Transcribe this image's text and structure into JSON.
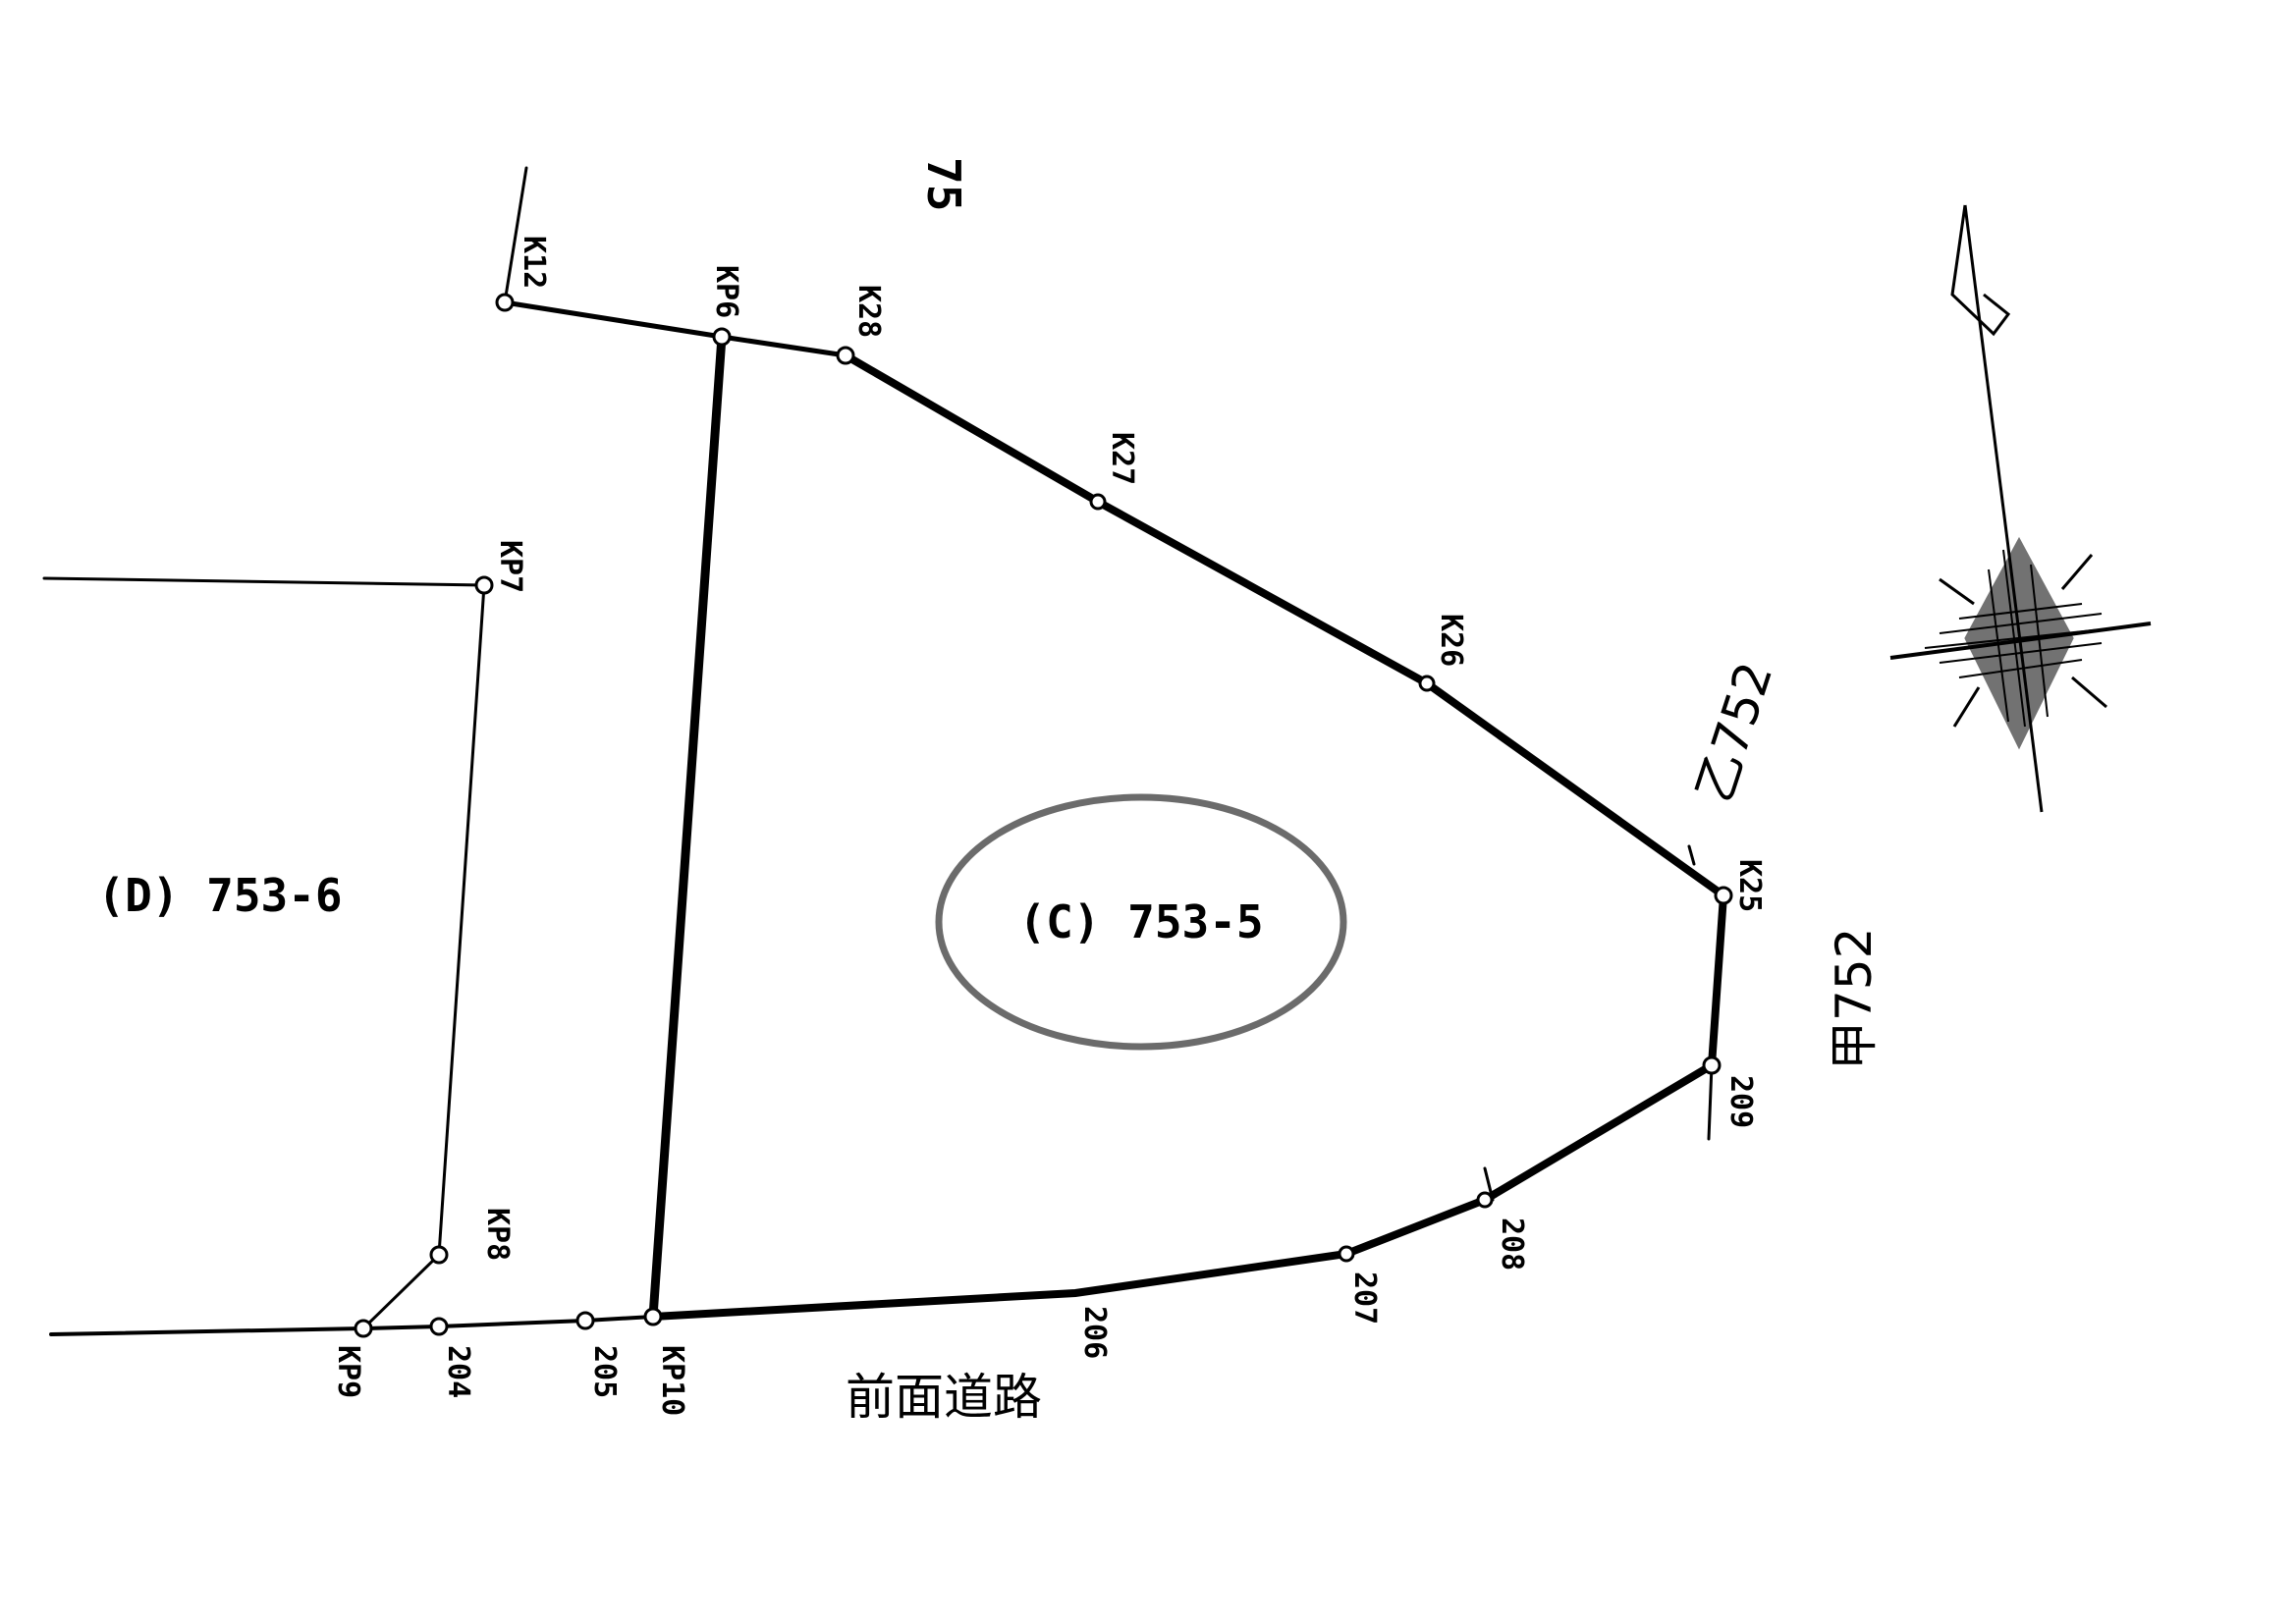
{
  "parcels": {
    "subject": "(C) 753-5",
    "neighbor_west": "(D) 753-6",
    "neighbor_east_upper": "乙752",
    "neighbor_east_lower": "甲752",
    "neighbor_north_partial": "75"
  },
  "road_label": "前面道路",
  "highlight_color": "#6b6b6b",
  "points": {
    "K12": "K12",
    "KP6": "KP6",
    "K28": "K28",
    "K27": "K27",
    "K26": "K26",
    "K25": "K25",
    "p209": "209",
    "p208": "208",
    "p207": "207",
    "p206": "206",
    "KP10": "KP10",
    "p205": "205",
    "p204": "204",
    "KP9": "KP9",
    "KP8": "KP8",
    "KP7": "KP7"
  },
  "north_arrow_icon": "compass-north-arrow-icon"
}
